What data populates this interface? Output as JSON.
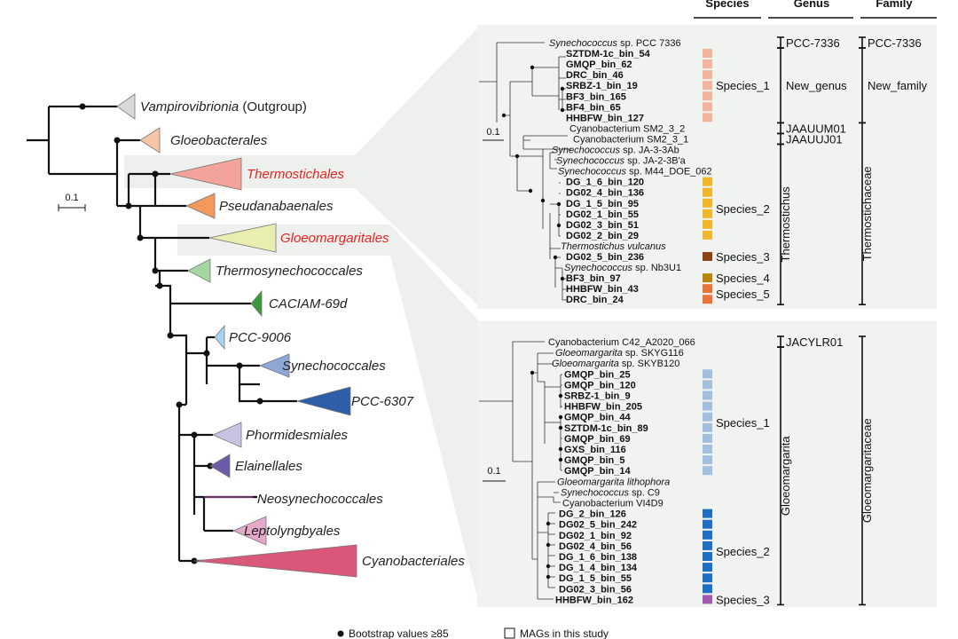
{
  "headers": {
    "species": "Species",
    "genus": "Genus",
    "family": "Family"
  },
  "left_tree": {
    "clades": [
      {
        "name": "Vampirovibrionia",
        "suffix": " (Outgroup)",
        "color": "#d9d9d9",
        "highlight": false
      },
      {
        "name": "Gloeobacterales",
        "suffix": "",
        "color": "#f5c6a5",
        "highlight": false
      },
      {
        "name": "Thermostichales",
        "suffix": "",
        "color": "#f4a39a",
        "highlight": true
      },
      {
        "name": "Pseudanabaenales",
        "suffix": "",
        "color": "#f29a5e",
        "highlight": false
      },
      {
        "name": "Gloeomargaritales",
        "suffix": "",
        "color": "#eaedb0",
        "highlight": true
      },
      {
        "name": "Thermosynechococcales",
        "suffix": "",
        "color": "#a7d7a0",
        "highlight": false
      },
      {
        "name": "CACIAM-69d",
        "suffix": "",
        "color": "#3a9a3a",
        "highlight": false
      },
      {
        "name": "PCC-9006",
        "suffix": "",
        "color": "#a9d4ef",
        "highlight": false
      },
      {
        "name": "Synechococcales",
        "suffix": "",
        "color": "#8ea8d6",
        "highlight": false
      },
      {
        "name": "PCC-6307",
        "suffix": "",
        "color": "#2f5ea8",
        "highlight": false
      },
      {
        "name": "Phormidesmiales",
        "suffix": "",
        "color": "#c9c3e3",
        "highlight": false
      },
      {
        "name": "Elainellales",
        "suffix": "",
        "color": "#6c59a8",
        "highlight": false
      },
      {
        "name": "Neosynechococcales",
        "suffix": "",
        "color": "#8a3d8a",
        "highlight": false
      },
      {
        "name": "Leptolyngbyales",
        "suffix": "",
        "color": "#e6a8c9",
        "highlight": false
      },
      {
        "name": "Cyanobacteriales",
        "suffix": "",
        "color": "#d9587a",
        "highlight": false
      }
    ],
    "scale_label": "0.1",
    "highlight_color": "#e8231e"
  },
  "top_panel": {
    "scale_label": "0.1",
    "tips": [
      {
        "prefix": "Synechococcus",
        "rest": " sp. PCC 7336",
        "bold": false,
        "italic_prefix": true
      },
      {
        "prefix": "",
        "rest": "SZTDM-1c_bin_54",
        "bold": true,
        "italic_prefix": false
      },
      {
        "prefix": "",
        "rest": "GMQP_bin_62",
        "bold": true,
        "italic_prefix": false
      },
      {
        "prefix": "",
        "rest": "DRC_bin_46",
        "bold": true,
        "italic_prefix": false
      },
      {
        "prefix": "",
        "rest": "SRBZ-1_bin_19",
        "bold": true,
        "italic_prefix": false
      },
      {
        "prefix": "",
        "rest": "BF3_bin_165",
        "bold": true,
        "italic_prefix": false
      },
      {
        "prefix": "",
        "rest": "BF4_bin_65",
        "bold": true,
        "italic_prefix": false
      },
      {
        "prefix": "",
        "rest": "HHBFW_bin_127",
        "bold": true,
        "italic_prefix": false
      },
      {
        "prefix": "",
        "rest": "Cyanobacterium SM2_3_2",
        "bold": false,
        "italic_prefix": false
      },
      {
        "prefix": "",
        "rest": "Cyanobacterium SM2_3_1",
        "bold": false,
        "italic_prefix": false
      },
      {
        "prefix": "Synechococcus",
        "rest": " sp. JA-3-3Ab",
        "bold": false,
        "italic_prefix": true
      },
      {
        "prefix": "Synechococcus",
        "rest": " sp. JA-2-3B'a",
        "bold": false,
        "italic_prefix": true
      },
      {
        "prefix": "Synechococcus",
        "rest": " sp. M44_DOE_062",
        "bold": false,
        "italic_prefix": true
      },
      {
        "prefix": "",
        "rest": "DG_1_6_bin_120",
        "bold": true,
        "italic_prefix": false
      },
      {
        "prefix": "",
        "rest": "DG02_4_bin_136",
        "bold": true,
        "italic_prefix": false
      },
      {
        "prefix": "",
        "rest": "DG_1_5_bin_95",
        "bold": true,
        "italic_prefix": false
      },
      {
        "prefix": "",
        "rest": "DG02_1_bin_55",
        "bold": true,
        "italic_prefix": false
      },
      {
        "prefix": "",
        "rest": "DG02_3_bin_51",
        "bold": true,
        "italic_prefix": false
      },
      {
        "prefix": "",
        "rest": "DG02_2_bin_29",
        "bold": true,
        "italic_prefix": false
      },
      {
        "prefix": "Thermostichus vulcanus",
        "rest": "",
        "bold": false,
        "italic_prefix": true
      },
      {
        "prefix": "",
        "rest": "DG02_5_bin_236",
        "bold": true,
        "italic_prefix": false
      },
      {
        "prefix": "Synechococcus",
        "rest": " sp. Nb3U1",
        "bold": false,
        "italic_prefix": true
      },
      {
        "prefix": "",
        "rest": "BF3_bin_97",
        "bold": true,
        "italic_prefix": false
      },
      {
        "prefix": "",
        "rest": "HHBFW_bin_43",
        "bold": true,
        "italic_prefix": false
      },
      {
        "prefix": "",
        "rest": "DRC_bin_24",
        "bold": true,
        "italic_prefix": false
      }
    ],
    "species": [
      {
        "label": "Species_1",
        "color": "#f2b49a",
        "first": 1,
        "last": 7
      },
      {
        "label": "Species_2",
        "color": "#f0b72a",
        "first": 13,
        "last": 18
      },
      {
        "label": "Species_3",
        "color": "#8b4513",
        "first": 20,
        "last": 20
      },
      {
        "label": "Species_4",
        "color": "#b8860b",
        "first": 22,
        "last": 22
      },
      {
        "label": "Species_5",
        "color": "#e8743b",
        "first": 23,
        "last": 24
      }
    ],
    "genera": [
      {
        "label": "PCC-7336",
        "first": 0,
        "last": 0,
        "vertical": false
      },
      {
        "label": "New_genus",
        "first": 1,
        "last": 7,
        "vertical": false
      },
      {
        "label": "JAAUUM01",
        "first": 8,
        "last": 8,
        "vertical": false
      },
      {
        "label": "JAAUUJ01",
        "first": 9,
        "last": 9,
        "vertical": false
      },
      {
        "label": "Thermostichus",
        "first": 10,
        "last": 24,
        "vertical": true
      }
    ],
    "families": [
      {
        "label": "PCC-7336",
        "first": 0,
        "last": 0,
        "vertical": false
      },
      {
        "label": "New_family",
        "first": 1,
        "last": 7,
        "vertical": false
      },
      {
        "label": "Thermostichaceae",
        "first": 8,
        "last": 24,
        "vertical": true
      }
    ]
  },
  "bottom_panel": {
    "scale_label": "0.1",
    "tips": [
      {
        "prefix": "",
        "rest": "Cyanobacterium C42_A2020_066",
        "bold": false,
        "italic_prefix": false
      },
      {
        "prefix": "Gloeomargarita",
        "rest": " sp. SKYG116",
        "bold": false,
        "italic_prefix": true
      },
      {
        "prefix": "Gloeomargarita",
        "rest": " sp. SKYB120",
        "bold": false,
        "italic_prefix": true
      },
      {
        "prefix": "",
        "rest": "GMQP_bin_25",
        "bold": true,
        "italic_prefix": false
      },
      {
        "prefix": "",
        "rest": "GMQP_bin_120",
        "bold": true,
        "italic_prefix": false
      },
      {
        "prefix": "",
        "rest": "SRBZ-1_bin_9",
        "bold": true,
        "italic_prefix": false
      },
      {
        "prefix": "",
        "rest": "HHBFW_bin_205",
        "bold": true,
        "italic_prefix": false
      },
      {
        "prefix": "",
        "rest": "GMQP_bin_44",
        "bold": true,
        "italic_prefix": false
      },
      {
        "prefix": "",
        "rest": "SZTDM-1c_bin_89",
        "bold": true,
        "italic_prefix": false
      },
      {
        "prefix": "",
        "rest": "GMQP_bin_69",
        "bold": true,
        "italic_prefix": false
      },
      {
        "prefix": "",
        "rest": "GXS_bin_116",
        "bold": true,
        "italic_prefix": false
      },
      {
        "prefix": "",
        "rest": "GMQP_bin_5",
        "bold": true,
        "italic_prefix": false
      },
      {
        "prefix": "",
        "rest": "GMQP_bin_14",
        "bold": true,
        "italic_prefix": false
      },
      {
        "prefix": "Gloeomargarita lithophora",
        "rest": "",
        "bold": false,
        "italic_prefix": true
      },
      {
        "prefix": "Synechococcus",
        "rest": " sp. C9",
        "bold": false,
        "italic_prefix": true
      },
      {
        "prefix": "",
        "rest": "Cyanobacterium VI4D9",
        "bold": false,
        "italic_prefix": false
      },
      {
        "prefix": "",
        "rest": "DG_2_bin_126",
        "bold": true,
        "italic_prefix": false
      },
      {
        "prefix": "",
        "rest": "DG02_5_bin_242",
        "bold": true,
        "italic_prefix": false
      },
      {
        "prefix": "",
        "rest": "DG02_1_bin_92",
        "bold": true,
        "italic_prefix": false
      },
      {
        "prefix": "",
        "rest": "DG02_4_bin_56",
        "bold": true,
        "italic_prefix": false
      },
      {
        "prefix": "",
        "rest": "DG_1_6_bin_138",
        "bold": true,
        "italic_prefix": false
      },
      {
        "prefix": "",
        "rest": "DG_1_4_bin_134",
        "bold": true,
        "italic_prefix": false
      },
      {
        "prefix": "",
        "rest": "DG_1_5_bin_55",
        "bold": true,
        "italic_prefix": false
      },
      {
        "prefix": "",
        "rest": "DG02_3_bin_56",
        "bold": true,
        "italic_prefix": false
      },
      {
        "prefix": "",
        "rest": "HHBFW_bin_162",
        "bold": true,
        "italic_prefix": false
      }
    ],
    "species": [
      {
        "label": "Species_1",
        "color": "#a3bfe0",
        "first": 3,
        "last": 12
      },
      {
        "label": "Species_2",
        "color": "#1f6fc2",
        "first": 16,
        "last": 23
      },
      {
        "label": "Species_3",
        "color": "#a05ab0",
        "first": 24,
        "last": 24
      }
    ],
    "genera": [
      {
        "label": "JACYLR01",
        "first": 0,
        "last": 0,
        "vertical": false
      },
      {
        "label": "Gloeomargarita",
        "first": 1,
        "last": 24,
        "vertical": true
      }
    ],
    "families": [
      {
        "label": "Gloeomargaritaceae",
        "first": 0,
        "last": 24,
        "vertical": true
      }
    ]
  },
  "legend": {
    "bootstrap_label": "Bootstrap values ≥85",
    "mags_label": "MAGs in this study"
  }
}
